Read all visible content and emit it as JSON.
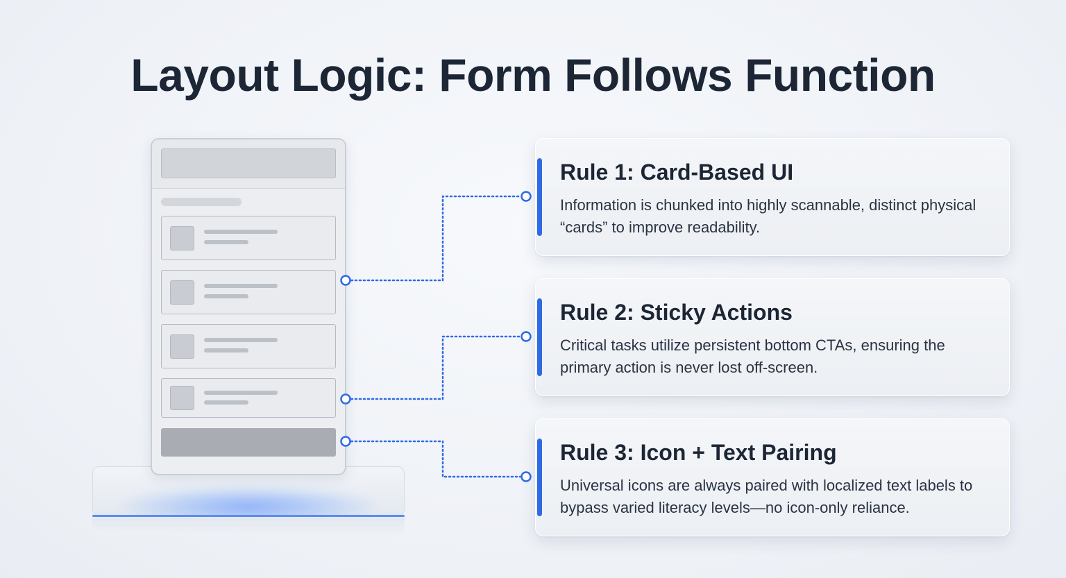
{
  "title": "Layout Logic: Form Follows Function",
  "accent_color": "#2f6ae6",
  "connector_color": "#2f6ae6",
  "rules": [
    {
      "title": "Rule 1: Card-Based UI",
      "description": "Information is chunked into highly scannable, distinct physical “cards” to improve readability."
    },
    {
      "title": "Rule 2: Sticky Actions",
      "description": "Critical tasks utilize persistent bottom CTAs, ensuring the primary action is never lost off-screen."
    },
    {
      "title": "Rule 3: Icon + Text Pairing",
      "description": "Universal icons are always paired with localized text labels to bypass varied literacy levels—no icon-only reliance."
    }
  ]
}
